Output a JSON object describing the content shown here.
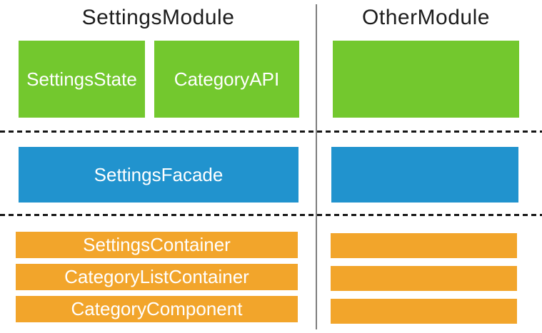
{
  "colors": {
    "green": "#73C82E",
    "blue": "#2193CE",
    "orange": "#F2A52B",
    "title_text": "#1c1c1c",
    "divider": "#7d7d7d",
    "dash": "#151515",
    "box_text": "#ffffff"
  },
  "left_module": {
    "title": "SettingsModule",
    "state_layer": [
      "SettingsState",
      "CategoryAPI"
    ],
    "facade_layer": [
      "SettingsFacade"
    ],
    "component_layer": [
      "SettingsContainer",
      "CategoryListContainer",
      "CategoryComponent"
    ]
  },
  "right_module": {
    "title": "OtherModule",
    "state_layer": [
      ""
    ],
    "facade_layer": [
      ""
    ],
    "component_layer": [
      "",
      "",
      ""
    ]
  }
}
